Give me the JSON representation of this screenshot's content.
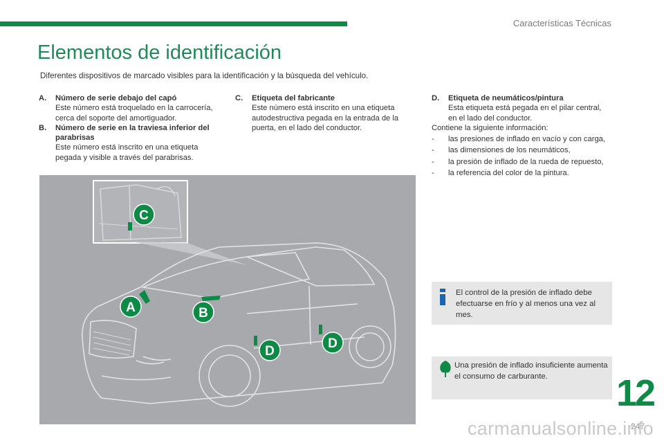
{
  "header": {
    "section_title": "Características Técnicas"
  },
  "title": "Elementos de identificación",
  "intro": "Diferentes dispositivos de marcado visibles para la identificación y la búsqueda del vehículo.",
  "items": {
    "a": {
      "letter": "A.",
      "title": "Número de serie debajo del capó",
      "body": "Este número está troquelado en la carrocería, cerca del soporte del amortiguador."
    },
    "b": {
      "letter": "B.",
      "title": "Número de serie en la traviesa inferior del parabrisas",
      "body": "Este número está inscrito en una etiqueta pegada y visible a través del parabrisas."
    },
    "c": {
      "letter": "C.",
      "title": "Etiqueta del fabricante",
      "body": "Este número está inscrito en una etiqueta autodestructiva pegada en la entrada de la puerta, en el lado del conductor."
    },
    "d": {
      "letter": "D.",
      "title": "Etiqueta de neumáticos/pintura",
      "body": "Esta etiqueta está pegada en el pilar central, en el lado del conductor."
    }
  },
  "d_info_intro": "Contiene la siguiente información:",
  "d_list": [
    "las presiones de inflado en vacío y con carga,",
    "las dimensiones de los neumáticos,",
    "la presión de inflado de la rueda de repuesto,",
    "la referencia del color de la pintura."
  ],
  "list_dash": "-",
  "illustration_labels": {
    "a": "A",
    "b": "B",
    "c": "C",
    "d1": "D",
    "d2": "D"
  },
  "info_box": {
    "icon": "info-icon",
    "text": "El control de la presión de inflado debe efectuarse en frío y al menos una vez al mes."
  },
  "eco_box": {
    "icon": "eco-leaf-icon",
    "text": "Una presión de inflado insuficiente aumenta el consumo de carburante."
  },
  "chapter_number": "12",
  "page_number": "247",
  "watermark": "carmanualsonline.info",
  "colors": {
    "accent": "#0e8a46",
    "title": "#1f8a57",
    "illustration_bg": "#a8a9ad",
    "box_bg": "#e6e6e7"
  }
}
